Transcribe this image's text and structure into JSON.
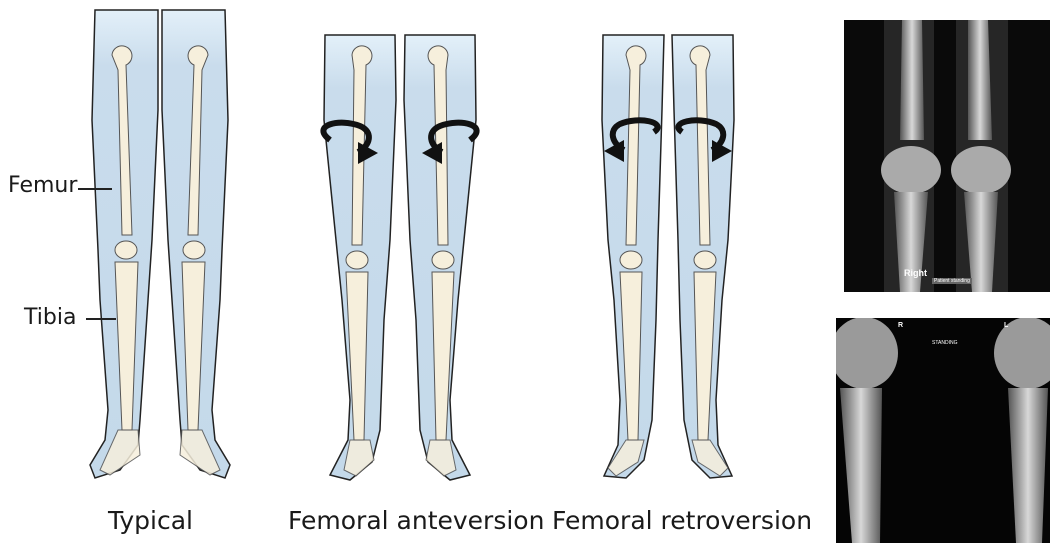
{
  "labels": {
    "femur": "Femur",
    "tibia": "Tibia"
  },
  "captions": {
    "typical": "Typical",
    "anteversion": "Femoral anteversion",
    "retroversion": "Femoral retroversion"
  },
  "xray_top": {
    "side_label": "Right",
    "tag": "Patient standing"
  },
  "xray_bottom": {
    "left_marker": "R",
    "right_marker": "L",
    "note": "STANDING"
  },
  "colors": {
    "skin": "#c9dcec",
    "skin_top": "#dcebf6",
    "bone": "#f6efdc",
    "outline": "#222222",
    "arrow": "#111111"
  }
}
